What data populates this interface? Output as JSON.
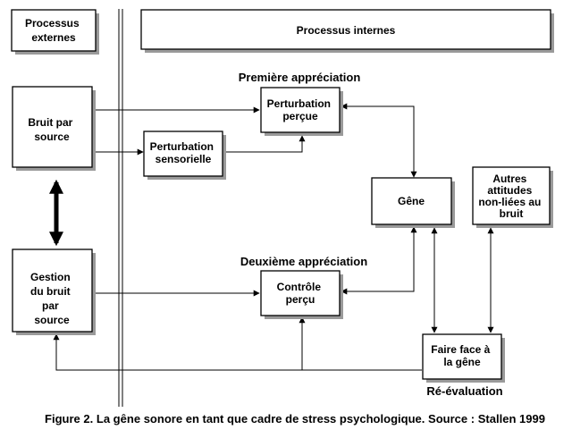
{
  "headers": {
    "external": [
      "Processus",
      "externes"
    ],
    "internal": "Processus internes"
  },
  "boxes": {
    "bruit": [
      "Bruit par",
      "source"
    ],
    "gestion": [
      "Gestion",
      "du bruit",
      "par",
      "source"
    ],
    "perturbation_sensorielle": [
      "Perturbation",
      "sensorielle"
    ],
    "perturbation_percue": [
      "Perturbation",
      "perçue"
    ],
    "controle_percu": [
      "Contrôle",
      "perçu"
    ],
    "gene": "Gêne",
    "autres_attitudes": [
      "Autres",
      "attitudes",
      "non-liées au",
      "bruit"
    ],
    "faire_face": [
      "Faire face à",
      "la gêne"
    ]
  },
  "section_labels": {
    "premiere": "Première appréciation",
    "deuxieme": "Deuxième appréciation",
    "reevaluation": "Ré-évaluation"
  },
  "caption": "Figure 2. La gêne sonore en tant que cadre de stress psychologique. Source : Stallen 1999"
}
